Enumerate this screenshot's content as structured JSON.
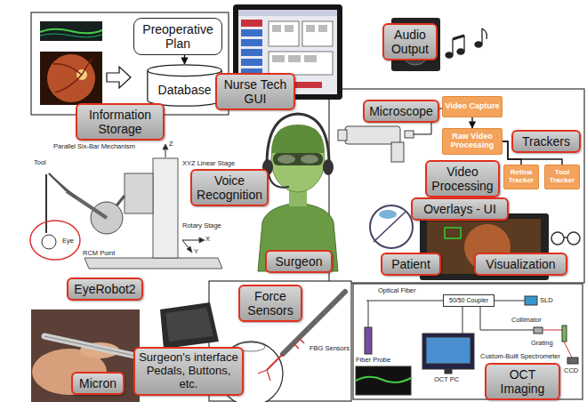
{
  "diagram": {
    "nodes": [
      {
        "text": [
          "Preoperative Plan"
        ]
      },
      {
        "text": [
          "Database"
        ]
      },
      {
        "text": [
          "Information Storage"
        ]
      },
      {
        "text": [
          "Nurse Tech GUI"
        ]
      },
      {
        "text": [
          "Audio Output"
        ]
      },
      {
        "text": [
          "Microscope"
        ]
      },
      {
        "text": [
          "Video Capture"
        ]
      },
      {
        "text": [
          "Raw Video Processing"
        ]
      },
      {
        "text": [
          "Trackers"
        ]
      },
      {
        "text": [
          "Retina Tracker"
        ]
      },
      {
        "text": [
          "Tool Tracker"
        ]
      },
      {
        "text": [
          "Video Processing"
        ]
      },
      {
        "text": [
          "Voice Recognition"
        ]
      },
      {
        "text": [
          "Overlays - UI"
        ]
      },
      {
        "text": [
          "Patient"
        ]
      },
      {
        "text": [
          "Visualization"
        ]
      },
      {
        "text": [
          "Surgeon"
        ]
      },
      {
        "text": [
          "EyeRobot2"
        ]
      },
      {
        "text": [
          "Force Sensors"
        ]
      },
      {
        "text": [
          "50/50 Coupler"
        ]
      },
      {
        "text": [
          "Surgeon's interface Pedals, Buttons, etc."
        ]
      },
      {
        "text": [
          "Micron"
        ]
      },
      {
        "text": [
          "OCT Imaging"
        ]
      }
    ],
    "edges": [
      {
        "from": 0,
        "to": 1,
        "arrow": "to"
      },
      {
        "from": 6,
        "to": 7,
        "arrow": "to"
      },
      {
        "from": 7,
        "to": 9,
        "arrow": "none"
      },
      {
        "from": 7,
        "to": 10,
        "arrow": "none"
      }
    ],
    "labels": [
      "Parallel Six-Bar Mechanism",
      "Tool",
      "Z",
      "XYZ Linear Stage",
      "Rotary Stage",
      "Eye",
      "RCM Point",
      "X",
      "Y",
      "FBG Sensors",
      "Optical Fiber",
      "SLD",
      "Collimator",
      "Grating",
      "Custom-Built Spectrometer",
      "CCD",
      "Fiber Probe",
      "OCT PC"
    ]
  }
}
